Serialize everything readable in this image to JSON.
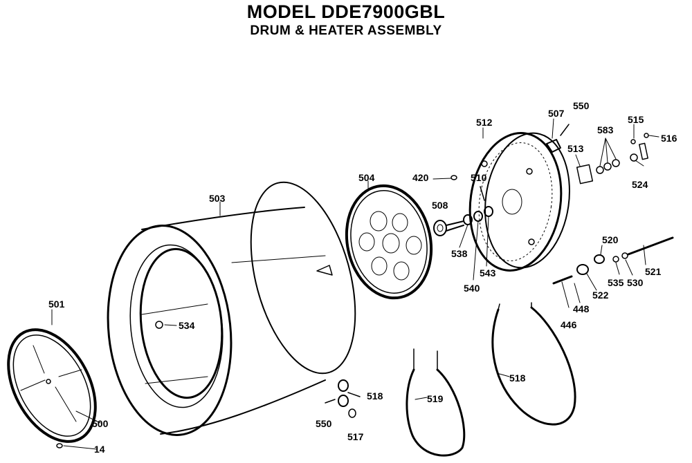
{
  "header": {
    "model_title": "MODEL DDE7900GBL",
    "assembly_title": "DRUM & HEATER ASSEMBLY"
  },
  "callouts": [
    "501",
    "500",
    "14",
    "503",
    "534",
    "504",
    "508",
    "420",
    "510",
    "512",
    "538",
    "540",
    "543",
    "507",
    "550",
    "513",
    "583",
    "515",
    "516",
    "524",
    "520",
    "446",
    "530",
    "535",
    "521",
    "522",
    "448",
    "518",
    "519",
    "550",
    "517",
    "518"
  ]
}
